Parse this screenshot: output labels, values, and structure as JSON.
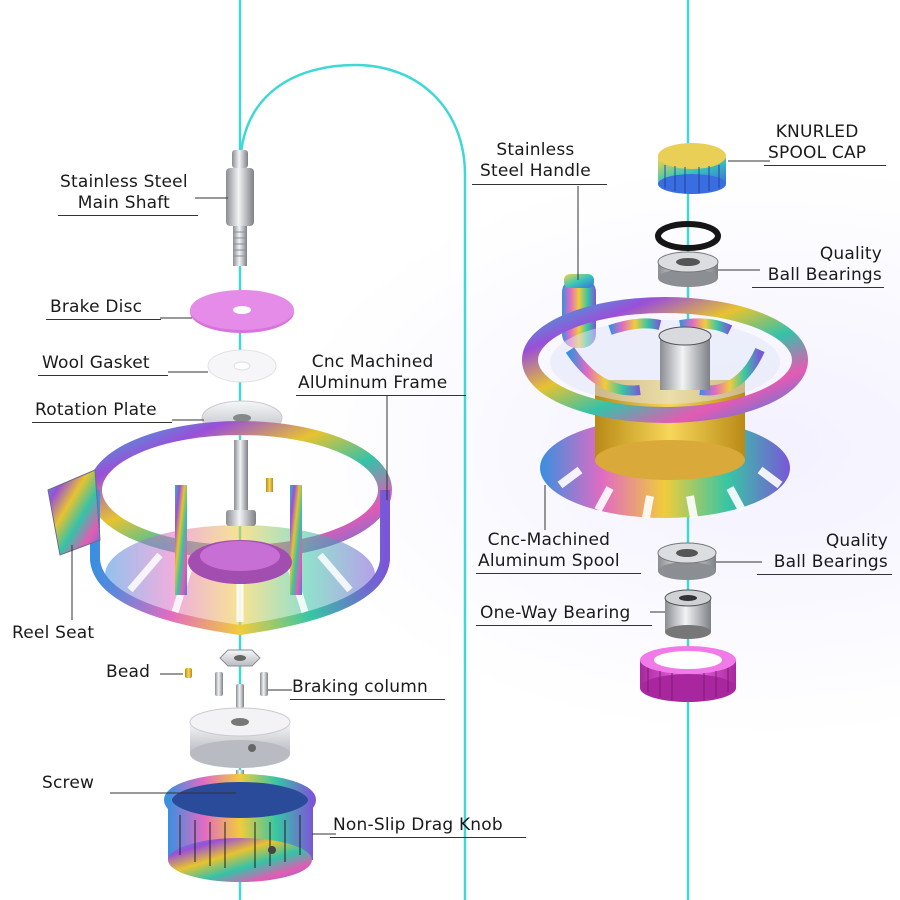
{
  "colors": {
    "fishing_line": "#3fd8d4",
    "brake_disc": "#d872dd",
    "drag_ring": "#d93fd2",
    "leader": "#333333"
  },
  "labels": {
    "main_shaft": [
      "Stainless Steel",
      "Main Shaft"
    ],
    "brake_disc": "Brake Disc",
    "wool_gasket": "Wool Gasket",
    "frame": [
      "Cnc Machined",
      "AlUminum Frame"
    ],
    "rotation_plate": "Rotation Plate",
    "reel_seat": "Reel Seat",
    "bead": "Bead",
    "braking_column": "Braking column",
    "screw": "Screw",
    "drag_knob": "Non-Slip Drag Knob",
    "handle": [
      "Stainless",
      "Steel Handle"
    ],
    "spool_cap": [
      "KNURLED",
      "SPOOL CAP"
    ],
    "bearings_top": [
      "Quality",
      "Ball Bearings"
    ],
    "spool": [
      "Cnc-Machined",
      "Aluminum Spool"
    ],
    "bearings_bottom": [
      "Quality",
      "Ball Bearings"
    ],
    "one_way_bearing": "One-Way Bearing"
  }
}
